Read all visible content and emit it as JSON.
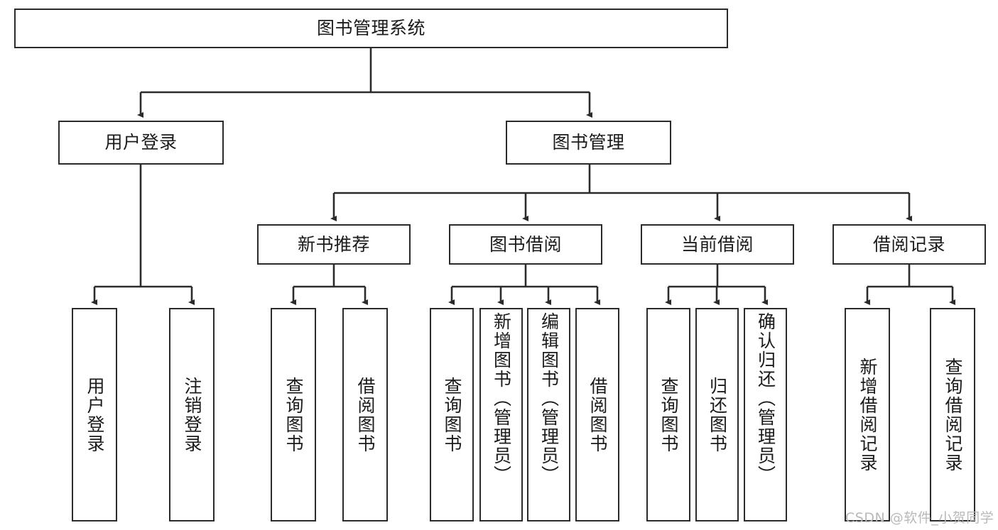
{
  "diagram": {
    "title": "图书管理系统",
    "orientation": "top-down-tree",
    "stroke_color": "#2b2b2b",
    "fill_color": "#ffffff",
    "text_color": "#1b1b1b"
  },
  "nodes": {
    "root": {
      "label": "图书管理系统"
    },
    "level2": [
      {
        "label": "用户登录"
      },
      {
        "label": "图书管理"
      }
    ],
    "level3": [
      {
        "label": "新书推荐"
      },
      {
        "label": "图书借阅"
      },
      {
        "label": "当前借阅"
      },
      {
        "label": "借阅记录"
      }
    ],
    "leaves_user_login": [
      {
        "label": "用户登录"
      },
      {
        "label": "注销登录"
      }
    ],
    "leaves_new_book": [
      {
        "label": "查询图书"
      },
      {
        "label": "借阅图书"
      }
    ],
    "leaves_borrow": [
      {
        "label": "查询图书"
      },
      {
        "label": "新增图书（管理员）"
      },
      {
        "label": "编辑图书（管理员）"
      },
      {
        "label": "借阅图书"
      }
    ],
    "leaves_current": [
      {
        "label": "查询图书"
      },
      {
        "label": "归还图书"
      },
      {
        "label": "确认归还（管理员）"
      }
    ],
    "leaves_records": [
      {
        "label": "新增借阅记录"
      },
      {
        "label": "查询借阅记录"
      }
    ]
  },
  "watermark": {
    "text": "CSDN @软件_小贺同学",
    "color": "#b9b9b9"
  }
}
